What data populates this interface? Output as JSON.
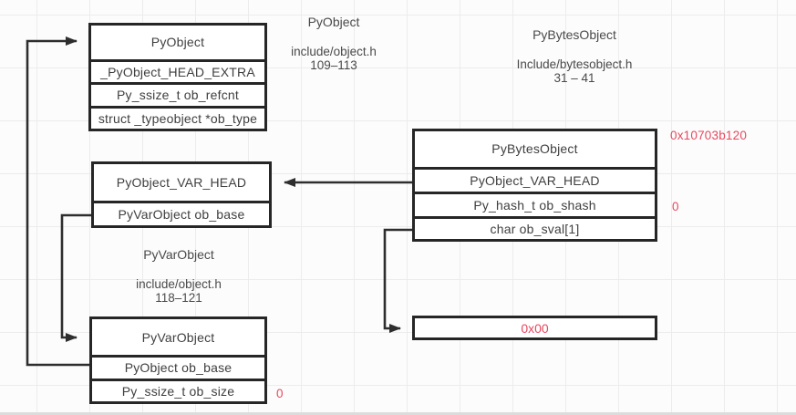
{
  "diagram": {
    "boxes": {
      "pyobject": {
        "title": "PyObject",
        "rows": [
          "_PyObject_HEAD_EXTRA",
          "Py_ssize_t ob_refcnt",
          "struct _typeobject *ob_type"
        ]
      },
      "pyobject_var_head": {
        "title": "PyObject_VAR_HEAD",
        "rows": [
          "PyVarObject ob_base"
        ]
      },
      "pyvarobject": {
        "title": "PyVarObject",
        "rows": [
          "PyObject ob_base",
          "Py_ssize_t ob_size"
        ]
      },
      "pybytesobject": {
        "title": "PyBytesObject",
        "rows": [
          "PyObject_VAR_HEAD",
          "Py_hash_t ob_shash",
          "char ob_sval[1]"
        ]
      },
      "byte_cell": {
        "value": "0x00"
      }
    },
    "labels": {
      "pyobject": {
        "title": "PyObject",
        "file": "include/object.h",
        "lines": "109–113"
      },
      "pybytesobject": {
        "title": "PyBytesObject",
        "file": "Include/bytesobject.h",
        "lines": "31 – 41"
      },
      "pyvarobject": {
        "title": "PyVarObject",
        "file": "include/object.h",
        "lines": "118–121"
      }
    },
    "annotations": {
      "address": "0x10703b120",
      "shash_value": "0",
      "obsize_value": "0"
    },
    "colors": {
      "annotation_red": "#e8485e",
      "line_ink": "#2e2e2e",
      "grid": "#ececec"
    }
  }
}
